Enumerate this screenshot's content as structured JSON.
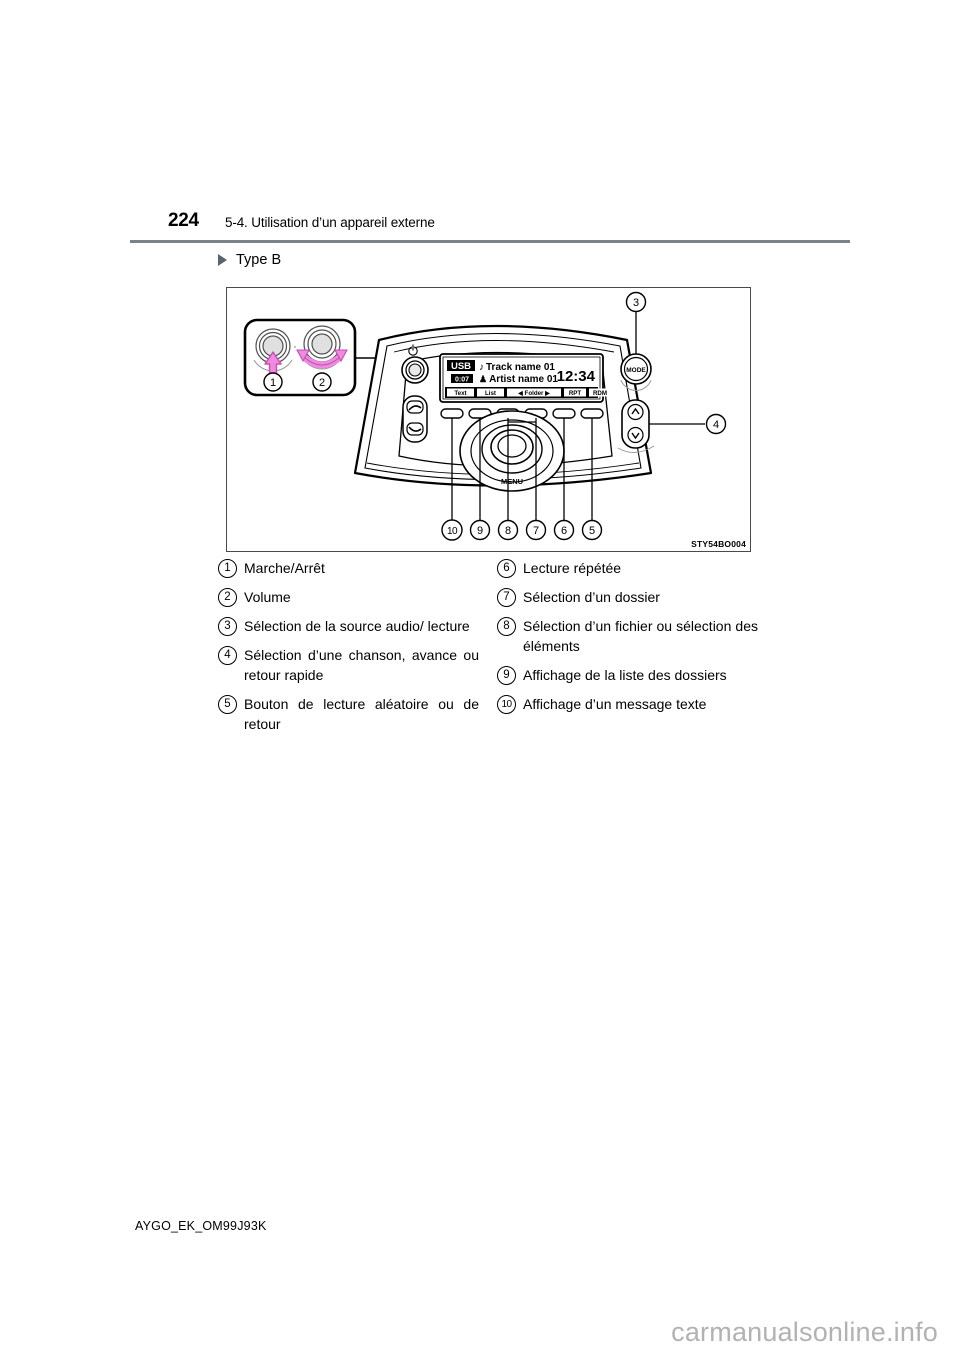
{
  "header": {
    "page_number": "224",
    "title": "5-4. Utilisation d’un appareil externe"
  },
  "section": {
    "bullet_icon": "triangle-right-icon",
    "heading": "Type B"
  },
  "figure": {
    "code": "STY54BO004",
    "display": {
      "source_label": "USB",
      "elapsed_time": "0:07",
      "track_line": "Track name 01",
      "artist_line": "Artist name 01",
      "clock": "12:34",
      "track_icon": "music-note-icon",
      "artist_icon": "person-icon",
      "softkeys": [
        "Text",
        "List",
        "Folder",
        "RPT",
        "RDM"
      ],
      "folder_prev_icon": "chevron-left-icon",
      "folder_next_icon": "chevron-right-icon"
    },
    "buttons": {
      "mode_label": "MODE",
      "menu_label": "MENU",
      "power_icon": "power-icon",
      "seek_up_icon": "chevron-up-icon",
      "seek_down_icon": "chevron-down-icon",
      "phone_call_icon": "phone-call-icon",
      "phone_end_icon": "phone-end-icon"
    },
    "callout_box": {
      "knob_push_icon": "arrow-up-icon",
      "knob_rotate_icon": "arrow-rotate-icon",
      "knob_push_number": "1",
      "knob_rotate_number": "2",
      "accent_color": "#ef8ae0"
    },
    "callout_numbers": [
      "1",
      "2",
      "3",
      "4",
      "5",
      "6",
      "7",
      "8",
      "9",
      "10"
    ]
  },
  "legend": {
    "left": [
      {
        "num": "1",
        "text": "Marche/Arrêt"
      },
      {
        "num": "2",
        "text": "Volume"
      },
      {
        "num": "3",
        "text": "Sélection de la source audio/ lecture"
      },
      {
        "num": "4",
        "text": "Sélection d’une chanson, avance ou retour rapide"
      },
      {
        "num": "5",
        "text": "Bouton de lecture aléatoire ou de retour"
      }
    ],
    "right": [
      {
        "num": "6",
        "text": "Lecture répétée"
      },
      {
        "num": "7",
        "text": "Sélection d’un dossier"
      },
      {
        "num": "8",
        "text": "Sélection d’un fichier ou sélection des éléments"
      },
      {
        "num": "9",
        "text": "Affichage de la liste des dossiers"
      },
      {
        "num": "10",
        "text": "Affichage d’un message texte"
      }
    ]
  },
  "footer": {
    "document_code": "AYGO_EK_OM99J93K",
    "watermark": "carmanualsonline.info"
  }
}
